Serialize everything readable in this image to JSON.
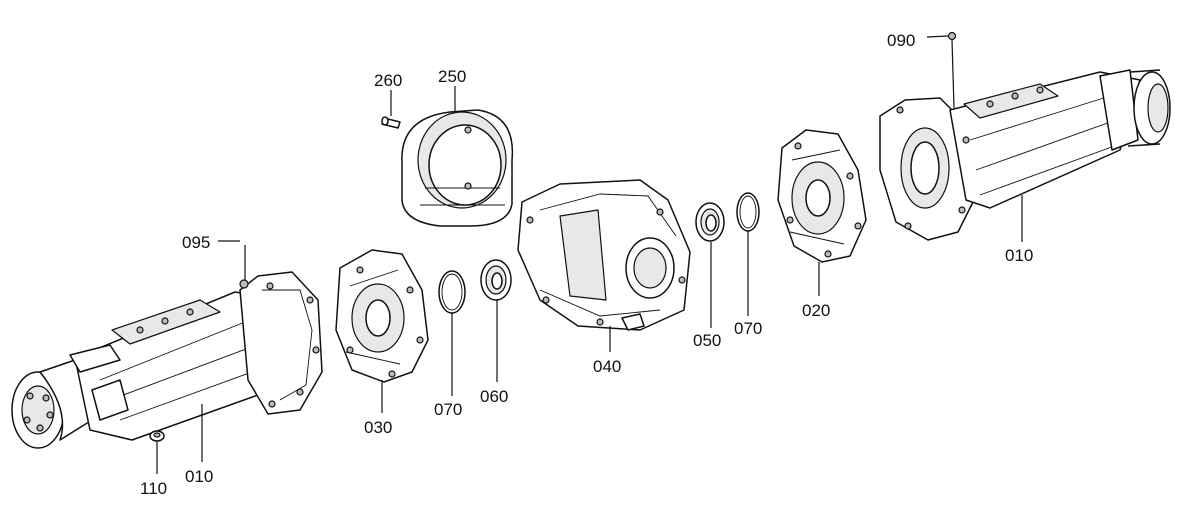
{
  "labels": {
    "l090": "090",
    "l260": "260",
    "l250": "250",
    "l095": "095",
    "l010_right": "010",
    "l020": "020",
    "l070_right": "070",
    "l050": "050",
    "l040": "040",
    "l060": "060",
    "l070_left": "070",
    "l030": "030",
    "l010_left": "010",
    "l110": "110"
  }
}
